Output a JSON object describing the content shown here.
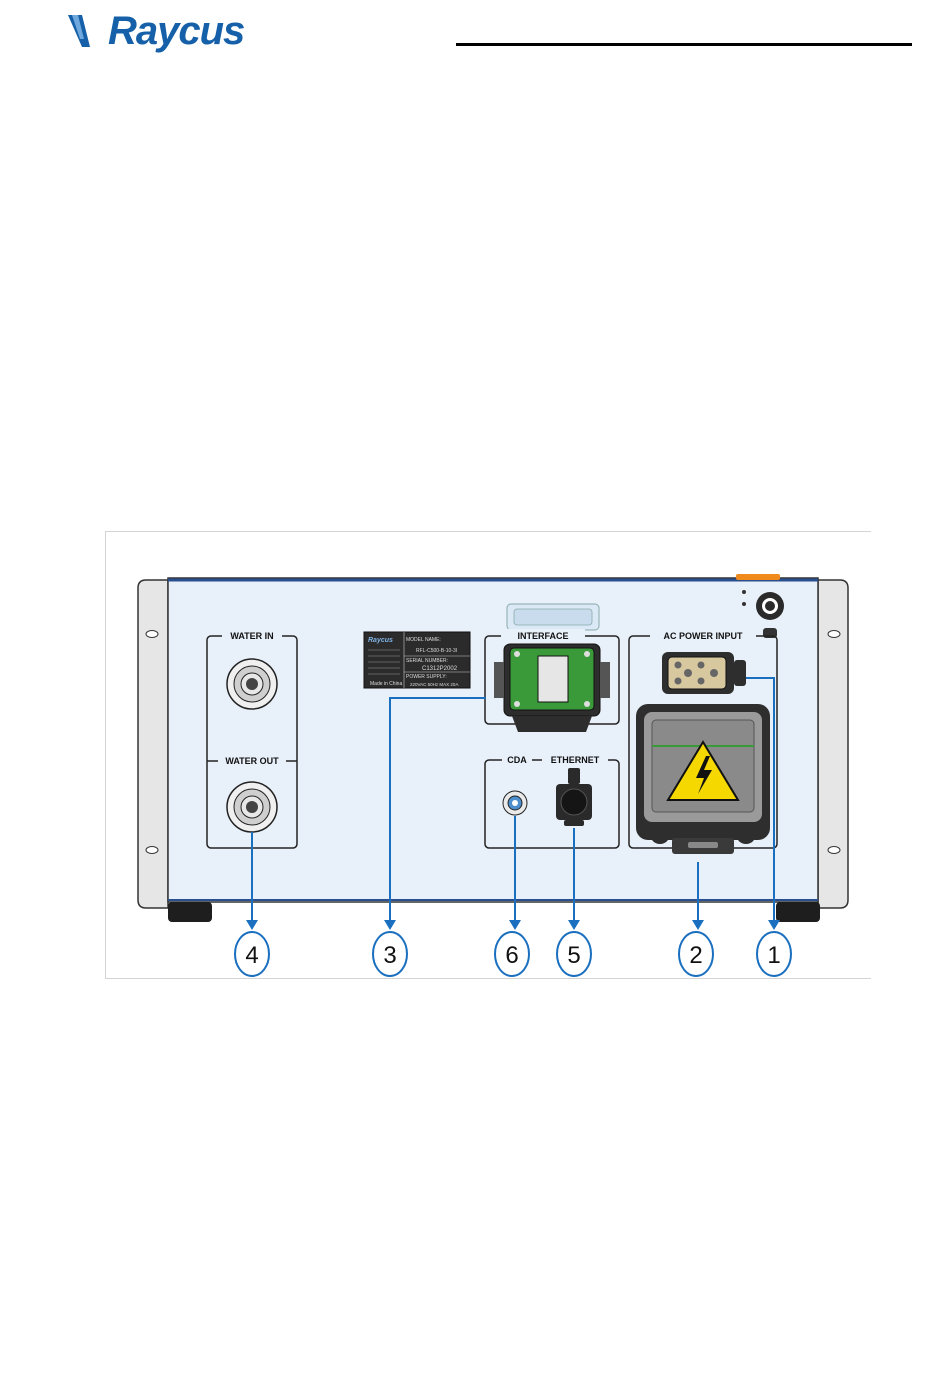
{
  "header": {
    "logo_text": "Raycus",
    "brand_color": "#1560a8"
  },
  "figure": {
    "panel_labels": {
      "water_in": "WATER IN",
      "water_out": "WATER OUT",
      "interface": "INTERFACE",
      "ac_power_input": "AC POWER INPUT",
      "cda": "CDA",
      "ethernet": "ETHERNET"
    },
    "nameplate": {
      "brand": "Raycus",
      "model_label": "MODEL NAME:",
      "model_value": "RFL-C500-B-10-3I",
      "serial_label": "SERIAL NUMBER:",
      "serial_value": "C1312P2002",
      "power_label": "POWER SUPPLY:",
      "power_value": "220VAC 50Hz MAX 20A",
      "origin": "Made in China"
    },
    "callouts": [
      "4",
      "3",
      "6",
      "5",
      "2",
      "1"
    ],
    "colors": {
      "panel": "#e8f0f9",
      "callout_line": "#1a6fbf",
      "connector_green": "#3a9a3a",
      "warning_yellow": "#f5d800"
    }
  }
}
